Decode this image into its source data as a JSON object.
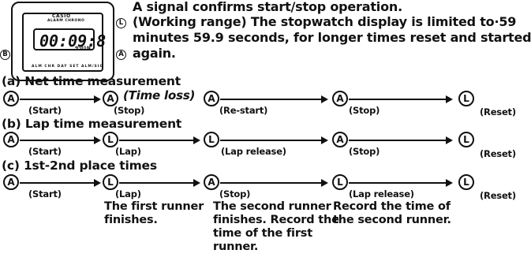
{
  "intro": {
    "line1": "A signal confirms start/stop operation.",
    "line2": "(Working range) The stopwatch display is limited to·59",
    "line3": "minutes 59.9 seconds, for longer times reset and started",
    "line4": "again."
  },
  "watch": {
    "brand": "CASIO",
    "subtitle": "ALARM CHRONO",
    "display": "00:09:8",
    "indicator": "9:01N",
    "bottom_labels": "ALM CHR DAY SET ALM/SIG",
    "button_b": "B",
    "button_a": "A",
    "button_l": "L"
  },
  "sections": {
    "a": {
      "title": "(a) Net time measurement",
      "steps": [
        {
          "button": "A",
          "label": "(Start)"
        },
        {
          "button": "A",
          "label": "(Stop)",
          "note": "(Time loss)"
        },
        {
          "button": "A",
          "label": "(Re-start)"
        },
        {
          "button": "A",
          "label": "(Stop)"
        },
        {
          "button": "L",
          "label": "(Reset)"
        }
      ]
    },
    "b": {
      "title": "(b) Lap time measurement",
      "steps": [
        {
          "button": "A",
          "label": "(Start)"
        },
        {
          "button": "L",
          "label": "(Lap)"
        },
        {
          "button": "L",
          "label": "(Lap release)"
        },
        {
          "button": "A",
          "label": "(Stop)"
        },
        {
          "button": "L",
          "label": "(Reset)"
        }
      ]
    },
    "c": {
      "title": "(c) 1st-2nd place times",
      "steps": [
        {
          "button": "A",
          "label": "(Start)"
        },
        {
          "button": "L",
          "label": "(Lap)",
          "desc": "The first runner\nfinishes."
        },
        {
          "button": "A",
          "label": "(Stop)",
          "desc": "The second runner\nfinishes. Record the\ntime of the first\nrunner."
        },
        {
          "button": "L",
          "label": "(Lap release)",
          "desc": "Record the time of\nthe second runner."
        },
        {
          "button": "L",
          "label": "(Reset)"
        }
      ]
    }
  }
}
